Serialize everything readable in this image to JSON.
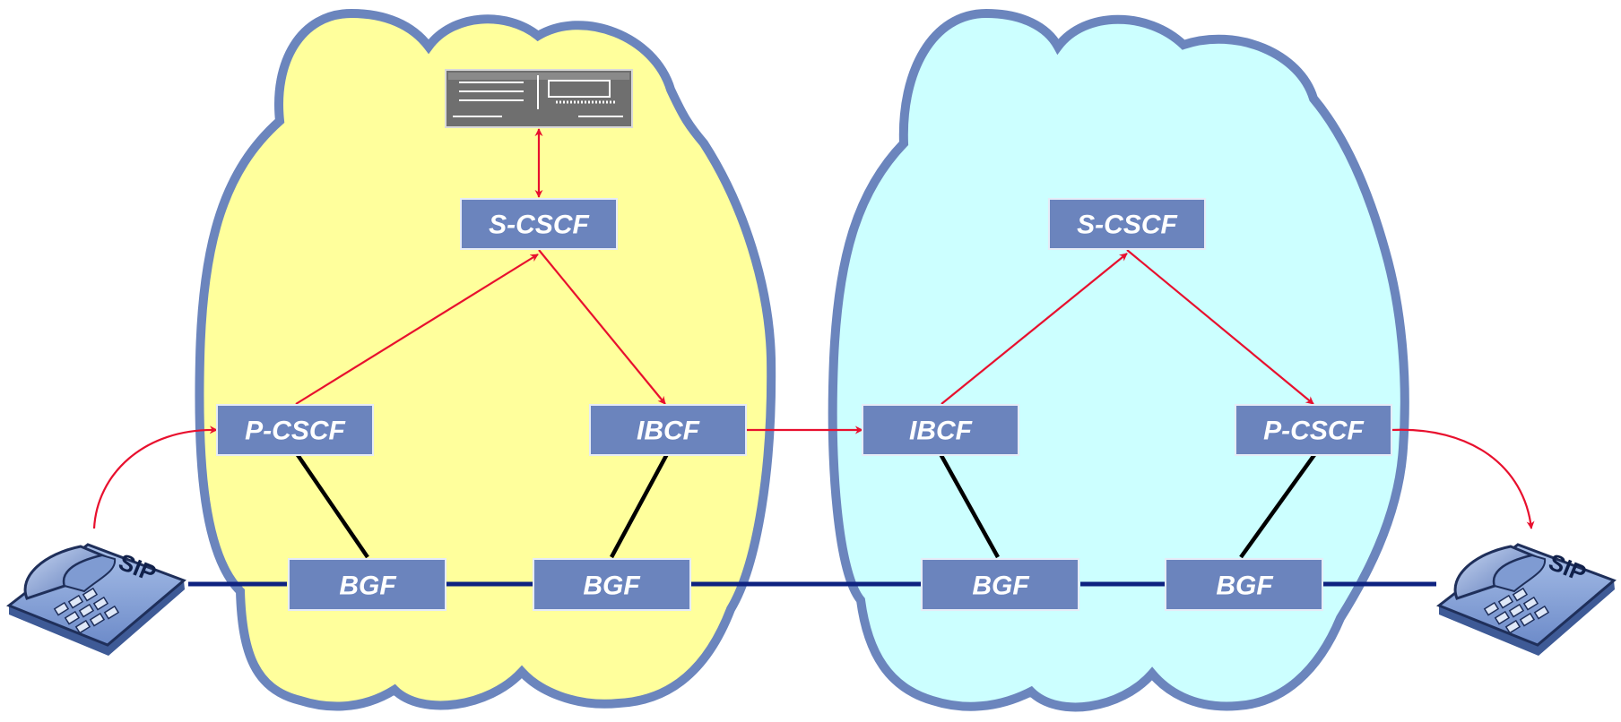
{
  "colors": {
    "home_cloud_fill": "#ffff9c",
    "visited_cloud_fill": "#ccffff",
    "cloud_outline": "#6b85bd",
    "node_fill": "#6b84bd",
    "node_text": "#ffffff",
    "signaling_arrow": "#e8102e",
    "media_path": "#0e2280",
    "control_link": "#000000"
  },
  "networks": {
    "left": {
      "nodes": {
        "scscf": "S-CSCF",
        "pcscf": "P-CSCF",
        "ibcf": "IBCF",
        "bgf1": "BGF",
        "bgf2": "BGF"
      },
      "database_icon": "hss-server-icon"
    },
    "right": {
      "nodes": {
        "scscf": "S-CSCF",
        "pcscf": "P-CSCF",
        "ibcf": "IBCF",
        "bgf1": "BGF",
        "bgf2": "BGF"
      }
    }
  },
  "endpoints": {
    "left_phone": {
      "icon": "sip-phone-icon",
      "badge": "SIP"
    },
    "right_phone": {
      "icon": "sip-phone-icon",
      "badge": "SIP"
    }
  }
}
